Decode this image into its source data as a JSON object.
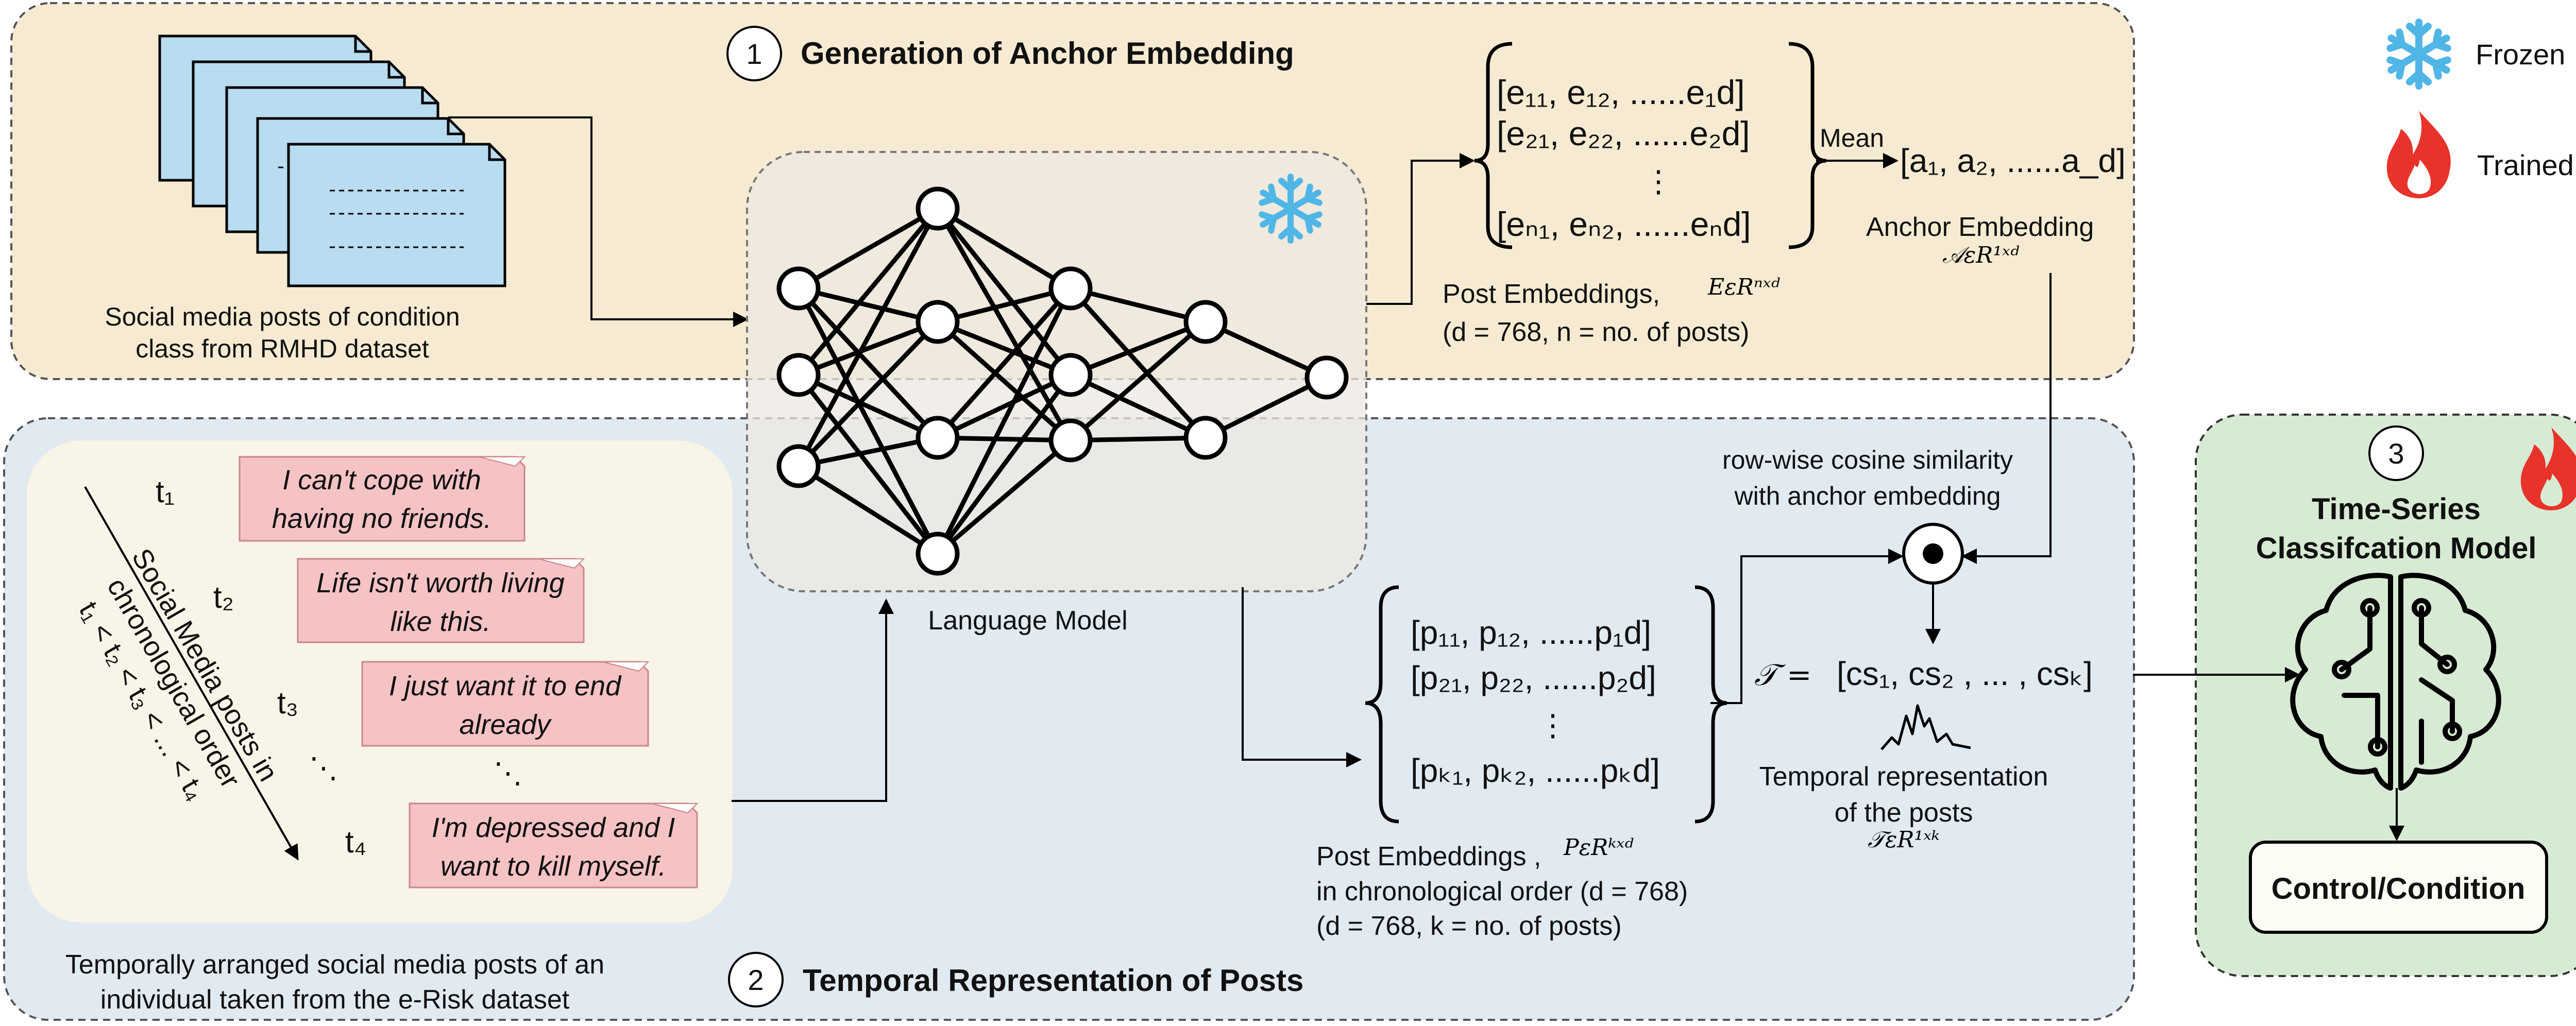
{
  "legend": {
    "frozen": "Frozen",
    "trained": "Trained"
  },
  "section1": {
    "number": "1",
    "title": "Generation of Anchor Embedding"
  },
  "section2": {
    "number": "2",
    "title": "Temporal Representation of Posts"
  },
  "section3": {
    "number": "3",
    "title_line1": "Time-Series",
    "title_line2": "Classifcation Model",
    "output": "Control/Condition"
  },
  "rmhd": {
    "caption_line1": "Social media posts of condition",
    "caption_line2": "class from RMHD dataset"
  },
  "language_model": {
    "label": "Language Model"
  },
  "post_embeddings_e": {
    "rows": [
      "[e₁₁, e₁₂, ......e₁d]",
      "[e₂₁, e₂₂, ......e₂d]",
      "⋮",
      "[eₙ₁, eₙ₂, ......eₙd]"
    ],
    "caption": "Post Embeddings,",
    "formula": "EεRⁿˣᵈ",
    "params": "(d = 768, n = no. of posts)"
  },
  "mean_label": "Mean",
  "anchor": {
    "vector": "[a₁, a₂, ......a_d]",
    "label": "Anchor Embedding",
    "formula": "𝒜εR¹ˣᵈ"
  },
  "cosine": {
    "line1": "row-wise cosine similarity",
    "line2": "with anchor embedding"
  },
  "post_embeddings_p": {
    "rows": [
      "[p₁₁, p₁₂, ......p₁d]",
      "[p₂₁, p₂₂, ......p₂d]",
      "⋮",
      "[pₖ₁, pₖ₂, ......pₖd]"
    ],
    "caption": "Post Embeddings ,",
    "formula": "PεRᵏˣᵈ",
    "line2": "in chronological order (d = 768)",
    "line3": "(d = 768, k = no. of posts)"
  },
  "temporal": {
    "symbol": "𝒯 =",
    "vector": "[cs₁, cs₂ , ... , csₖ]",
    "caption_line1": "Temporal representation",
    "caption_line2": "of the posts",
    "formula": "𝒯εR¹ˣᵏ"
  },
  "timeline": {
    "label_line1": "Social Media posts in",
    "label_line2": "chronological order",
    "label_line3": "t₁ < t₂ < t₃ < ... < t₄",
    "t1": "t₁",
    "t2": "t₂",
    "t3": "t₃",
    "t4": "t₄",
    "dots": "⋱",
    "posts": [
      {
        "line1": "I can't cope with",
        "line2": "having no friends."
      },
      {
        "line1": "Life isn't worth living",
        "line2": "like this."
      },
      {
        "line1": "I just want it to end",
        "line2": "already"
      },
      {
        "line1": "I'm depressed and I",
        "line2": "want to kill myself."
      }
    ],
    "caption_line1": "Temporally arranged social media posts of an",
    "caption_line2": "individual taken from the e-Risk dataset"
  },
  "colors": {
    "section1_bg": "#f6ebd2",
    "section2_bg": "#e1e9f1",
    "section3_bg": "#d7ead3",
    "doc_fill": "#b8dcf0",
    "post_fill": "#f6c3c5",
    "snowflake": "#4fb6e6",
    "flame": "#e8332a"
  }
}
